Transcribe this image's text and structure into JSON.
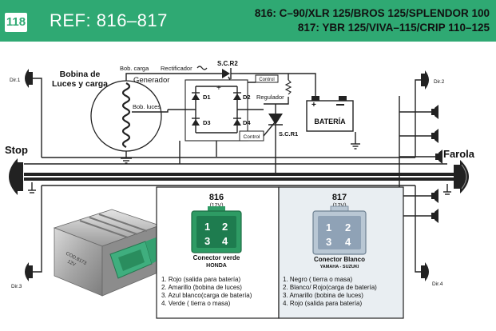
{
  "header": {
    "page_number": "118",
    "ref": "REF: 816–817",
    "line1": "816: C–90/XLR 125/BROS 125/SPLENDOR 100",
    "line2": "817: YBR 125/VIVA–115/CRIP 110–125",
    "color": "#2fa973"
  },
  "diagram": {
    "bobina": [
      "Bobina de",
      "Luces y carga"
    ],
    "bob_carga": "Bob. carga",
    "bob_luces": "Bob. luces",
    "generador": "Generador",
    "rectificador": "Rectificador",
    "scr2": "S.C.R2",
    "scr1": "S.C.R1",
    "control": "Control",
    "regulador": "Regulador",
    "d1": "D1",
    "d2": "D2",
    "d3": "D3",
    "d4": "D4",
    "plus": "+",
    "bateria": "BATERÍA",
    "stop": "Stop",
    "farola": "Farola",
    "dir1": "Dir.1",
    "dir2": "Dir.2",
    "dir3": "Dir.3",
    "dir4": "Dir.4"
  },
  "photo": {
    "label_line1": "COD.8173",
    "label_line2": "12V"
  },
  "connectors": [
    {
      "code": "816",
      "volt": "(12V)",
      "pins": [
        "1",
        "2",
        "3",
        "4"
      ],
      "name": "Conector verde",
      "brand": "HONDA",
      "list": [
        "1. Rojo (salida para batería)",
        "2. Amarillo (bobina de luces)",
        "3. Azul blanco(carga de batería)",
        "4. Verde ( tierra o masa)"
      ],
      "color": "#2e9b64"
    },
    {
      "code": "817",
      "volt": "(12V)",
      "pins": [
        "1",
        "2",
        "3",
        "4"
      ],
      "name": "Conector Blanco",
      "brand": "YAMAHA - SUZUKI",
      "list": [
        "1. Negro ( tierra o masa)",
        "2. Blanco/ Rojo(carga de batería)",
        "3. Amarillo (bobina de luces)",
        "4. Rojo (salida para batería)"
      ],
      "color": "#8fa2b6"
    }
  ]
}
